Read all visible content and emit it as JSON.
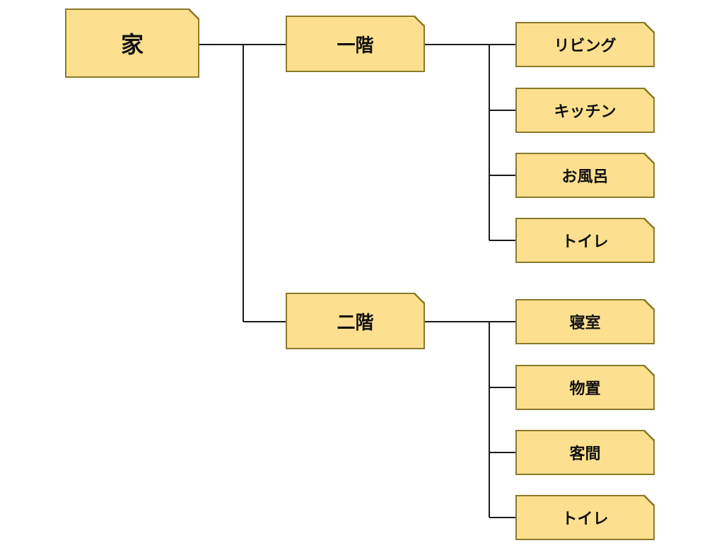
{
  "tree": {
    "root": "家",
    "floors": [
      {
        "label": "一階",
        "rooms": [
          "リビング",
          "キッチン",
          "お風呂",
          "トイレ"
        ]
      },
      {
        "label": "二階",
        "rooms": [
          "寝室",
          "物置",
          "客間",
          "トイレ"
        ]
      }
    ]
  },
  "colors": {
    "node_fill": "#fde08f",
    "node_border": "#8a7a2a",
    "connector": "#1a1a1a"
  }
}
